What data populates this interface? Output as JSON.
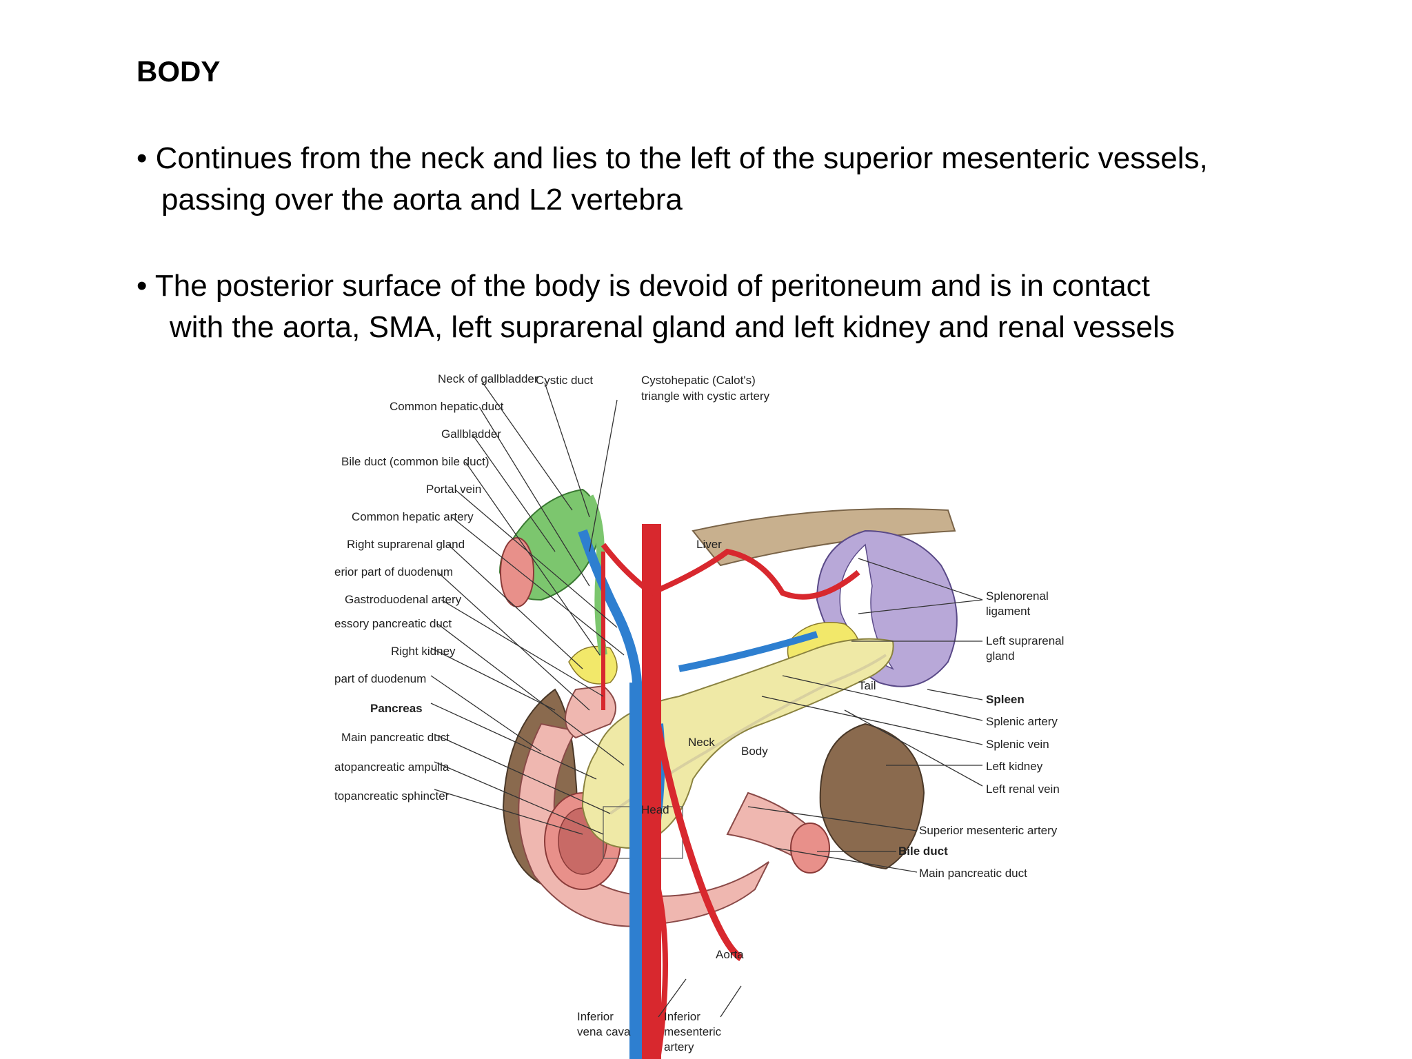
{
  "title": "BODY",
  "bullets": [
    {
      "marker": "•",
      "line1": "Continues from the neck and lies to the left of the superior mesenteric  vessels,",
      "line2": "passing over the aorta and L2 vertebra"
    },
    {
      "marker": "•",
      "line1": "The posterior surface of the body is devoid of peritoneum and is in contact",
      "line2": "with the aorta, SMA, left suprarenal gland and left kidney and renal vessels"
    }
  ],
  "figure": {
    "labels": {
      "neck_gallbladder": "Neck of gallbladder",
      "cystic_duct": "Cystic duct",
      "calot_1": "Cystohepatic (Calot's)",
      "calot_2": "triangle with cystic artery",
      "common_hepatic_duct": "Common hepatic duct",
      "gallbladder": "Gallbladder",
      "bile_duct_common": "Bile duct (common bile duct)",
      "portal_vein": "Portal vein",
      "common_hepatic_artery": "Common hepatic artery",
      "right_suprarenal": "Right suprarenal gland",
      "sup_duodenum": "erior part of duodenum",
      "gastroduodenal": "Gastroduodenal artery",
      "accessory_duct": "essory pancreatic duct",
      "right_kidney": "Right kidney",
      "part_duodenum": "part of duodenum",
      "pancreas": "Pancreas",
      "main_duct_left": "Main pancreatic duct",
      "ampulla": "atopancreatic ampulla",
      "sphincter": "topancreatic sphincter",
      "liver": "Liver",
      "tail": "Tail",
      "neck": "Neck",
      "body": "Body",
      "head": "Head",
      "aorta": "Aorta",
      "ivc_1": "Inferior",
      "ivc_2": "vena cava",
      "ima_1": "Inferior",
      "ima_2": "mesenteric",
      "ima_3": "artery",
      "splenorenal_1": "Splenorenal",
      "splenorenal_2": "ligament",
      "left_suprarenal_1": "Left suprarenal",
      "left_suprarenal_2": "gland",
      "spleen": "Spleen",
      "splenic_artery": "Splenic artery",
      "splenic_vein": "Splenic vein",
      "left_kidney": "Left kidney",
      "left_renal_vein": "Left renal vein",
      "sma": "Superior mesenteric artery",
      "bile_duct": "Bile duct",
      "main_duct_right": "Main pancreatic duct"
    },
    "colors": {
      "gallbladder": "#7cc66e",
      "artery": "#d8282e",
      "vein": "#2e7fd0",
      "pancreas": "#efe9a6",
      "duodenum": "#efb7b0",
      "kidney": "#8a6a4e",
      "spleen": "#b8a8d8",
      "suprarenal": "#f2e86a",
      "liver": "#b59b7a"
    }
  }
}
